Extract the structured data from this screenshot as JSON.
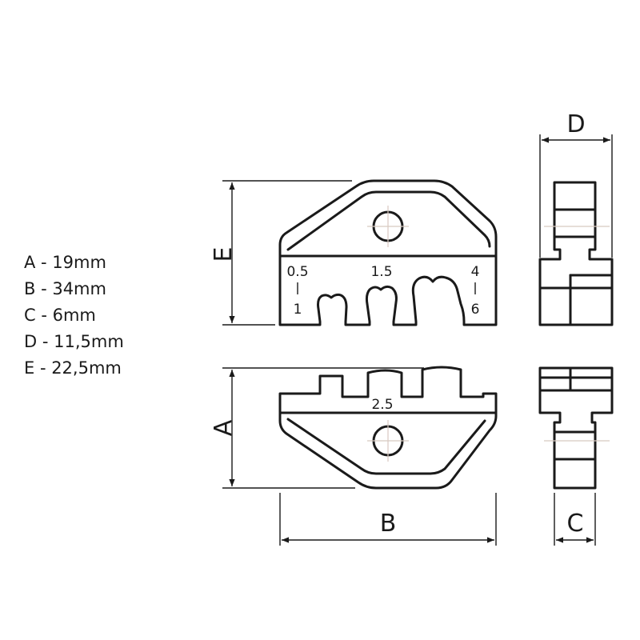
{
  "dimensions_list": [
    "A - 19mm",
    "B - 34mm",
    "C - 6mm",
    "D - 11,5mm",
    "E - 22,5mm"
  ],
  "dimension_letters": {
    "a": "A",
    "b": "B",
    "c": "C",
    "d": "D",
    "e": "E"
  },
  "top_die_labels": {
    "size_1_top": "0.5",
    "size_1_bottom": "1",
    "size_2_top": "1.5",
    "size_3_top": "4",
    "size_3_bottom": "6"
  },
  "bottom_die_label": "2.5"
}
